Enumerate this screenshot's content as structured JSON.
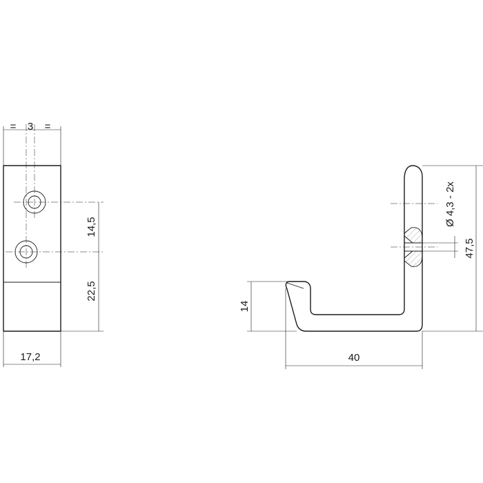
{
  "front_view": {
    "width_label": "17,2",
    "spacing_label": "3",
    "equal_left": "=",
    "equal_right": "=",
    "hole_spacing_label": "14,5",
    "lower_height_label": "22,5"
  },
  "side_view": {
    "hook_height_label": "14",
    "depth_label": "40",
    "total_height_label": "47,5",
    "hole_label": "Ø 4,3 - 2x"
  }
}
